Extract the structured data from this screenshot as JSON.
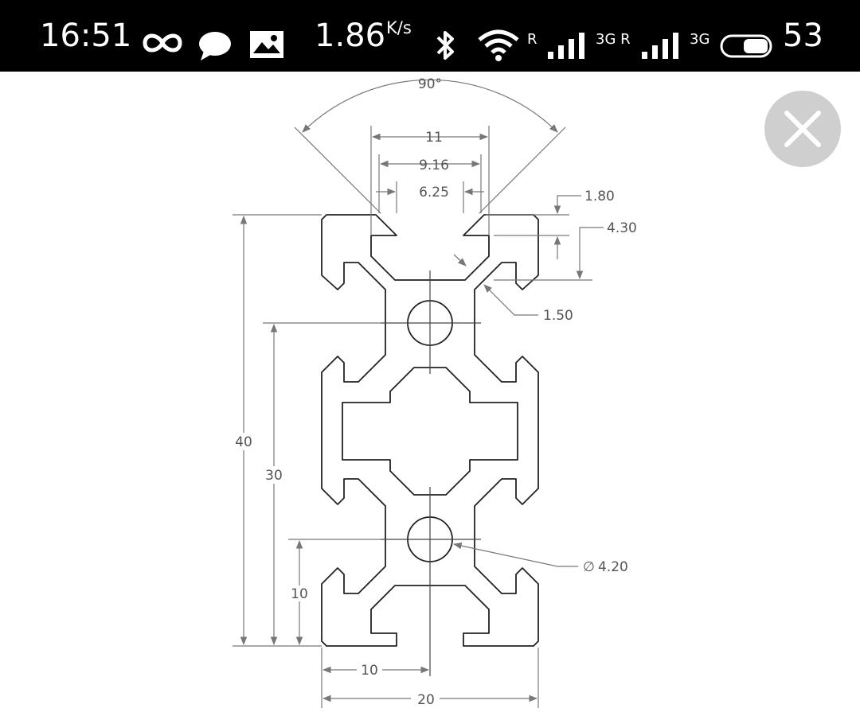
{
  "status_bar": {
    "time": "16:51",
    "net_speed": "1.86",
    "net_speed_unit": "K/s",
    "sim1_label": "R",
    "sim2_label": "3G R",
    "sim2_type": "3G",
    "battery_level": "53",
    "icons": [
      "infinity-icon",
      "chat-bubble-icon",
      "image-notification-icon",
      "bluetooth-icon",
      "wifi-icon",
      "signal-icon",
      "signal-icon",
      "battery-icon"
    ]
  },
  "drawing": {
    "dimensions": {
      "angle": "90°",
      "slot_outer_width": "11",
      "slot_inner_width": "9.16",
      "slot_opening": "6.25",
      "lip_thickness": "1.80",
      "slot_depth": "4.30",
      "fillet": "1.50",
      "hole_diameter": "4.20",
      "total_height": "40",
      "center_distance": "30",
      "bottom_offset": "10",
      "half_width": "10",
      "total_width": "20"
    },
    "diameter_symbol": "∅"
  },
  "close_button": {
    "icon": "close-icon"
  },
  "colors": {
    "line": "#222222",
    "dim_line": "#777777",
    "dim_text": "#555555",
    "close_bg": "#cfcfcf"
  }
}
